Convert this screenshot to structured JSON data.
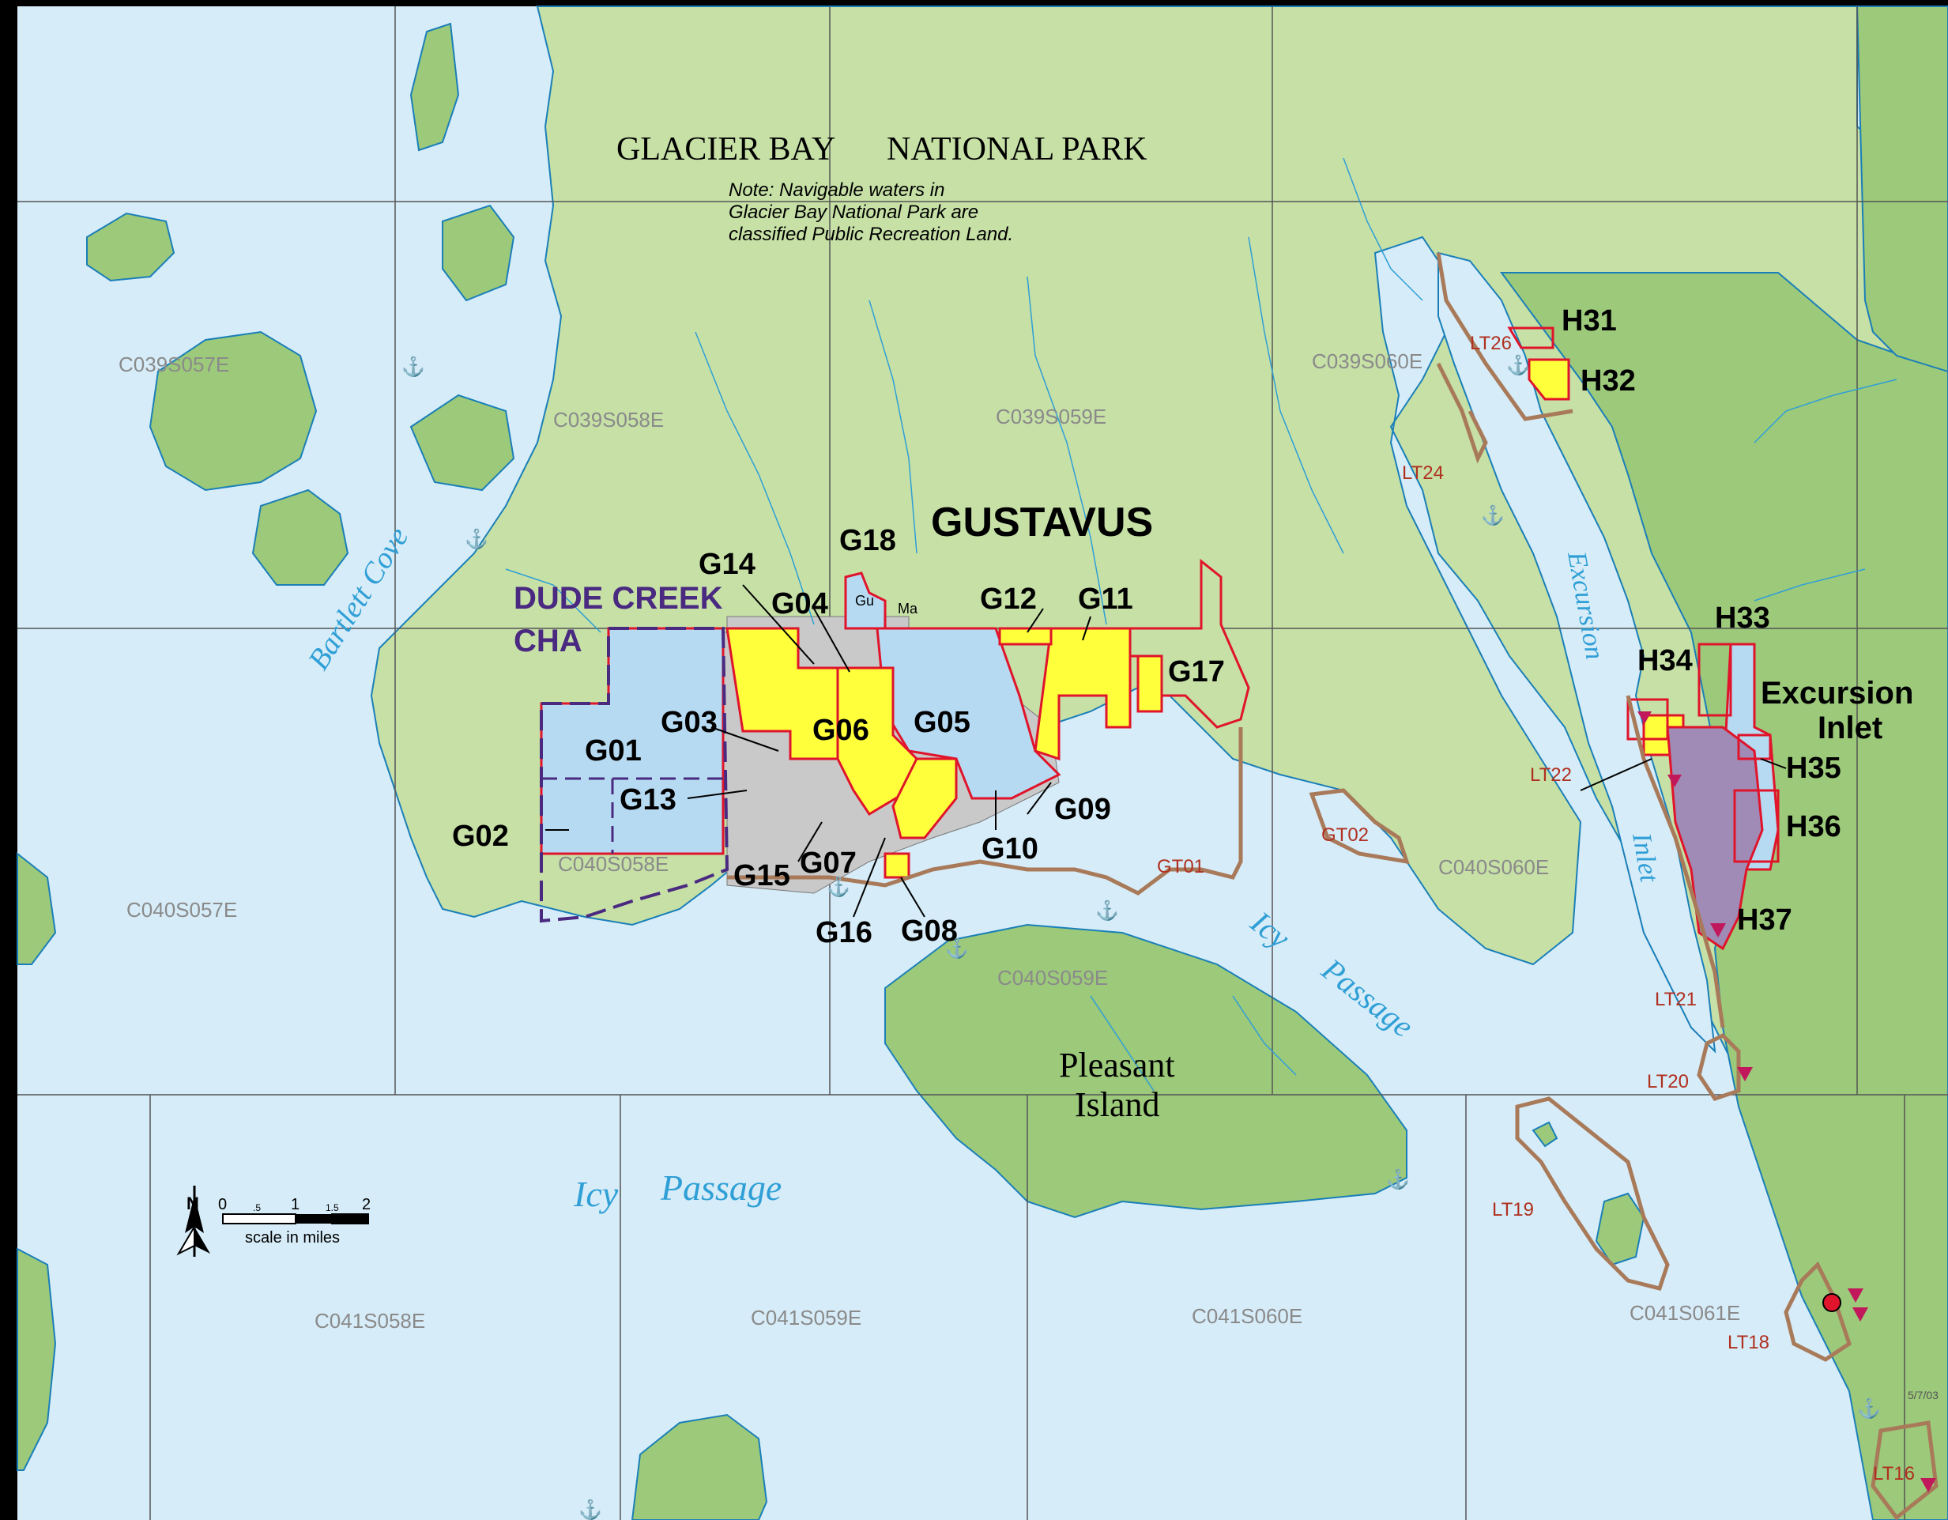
{
  "park": {
    "name_part1": "GLACIER BAY",
    "name_part2": "NATIONAL PARK",
    "note_line1": "Note: Navigable waters in",
    "note_line2": "Glacier Bay National Park are",
    "note_line3": "classified Public Recreation Land."
  },
  "community": "GUSTAVUS",
  "cha": {
    "line1": "DUDE CREEK",
    "line2": "CHA"
  },
  "place_names": {
    "pleasant_line1": "Pleasant",
    "pleasant_line2": "Island",
    "excursion_line1": "Excursion",
    "excursion_line2": "Inlet"
  },
  "water_labels": {
    "bartlett_cove": "Bartlett Cove",
    "icy_passage_main_1": "Icy",
    "icy_passage_main_2": "Passage",
    "icy_passage_east_1": "Icy",
    "icy_passage_east_2": "Passage",
    "excursion_1": "Excursion",
    "excursion_2": "Inlet"
  },
  "townships": [
    "C039S057E",
    "C039S058E",
    "C039S059E",
    "C039S060E",
    "C040S057E",
    "C040S058E",
    "C040S059E",
    "C040S060E",
    "C041S058E",
    "C041S059E",
    "C041S060E",
    "C041S061E"
  ],
  "units": [
    "G01",
    "G02",
    "G03",
    "G04",
    "G05",
    "G06",
    "G07",
    "G08",
    "G09",
    "G10",
    "G11",
    "G12",
    "G13",
    "G14",
    "G15",
    "G16",
    "G17",
    "G18",
    "H31",
    "H32",
    "H33",
    "H34",
    "H35",
    "H36",
    "H37"
  ],
  "lt_units": [
    "LT26",
    "LT24",
    "LT22",
    "LT21",
    "LT20",
    "LT19",
    "LT18",
    "LT16",
    "GT02",
    "GT01"
  ],
  "small_labels": {
    "gu": "Gu",
    "ma": "Ma"
  },
  "scale": {
    "north": "N",
    "ticks": [
      "0",
      ".5",
      "1",
      "1.5",
      "2"
    ],
    "caption": "scale in miles"
  },
  "date_stamp": "5/7/03",
  "colors": {
    "water": "#d6ecf8",
    "land": "#c6e0a6",
    "dark_land": "#9cc97a",
    "private": "#c9c9c9",
    "yellow": "#ffff3c",
    "blue_unit": "#b6daf2",
    "purple": "#a08ab6",
    "red_boundary": "#e0142a",
    "brown_boundary": "#a87a5a",
    "cha_boundary": "#4a2a80",
    "stream": "#2f9fd6"
  }
}
